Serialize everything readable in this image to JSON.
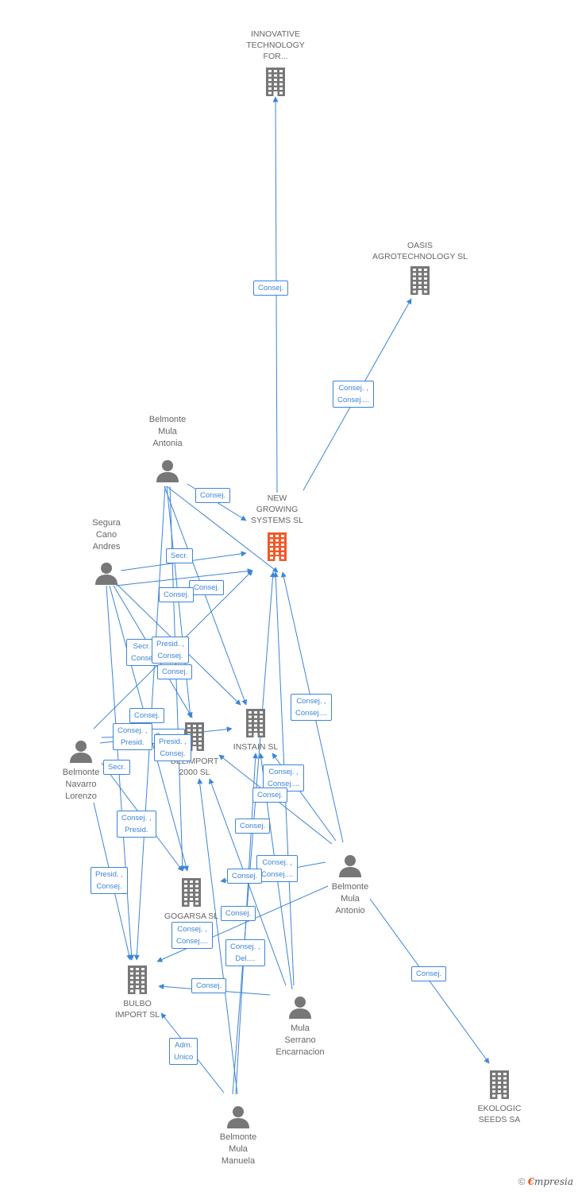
{
  "colors": {
    "edge": "#3d85d6",
    "company": "#777777",
    "focus_company": "#ee5a2a",
    "person": "#777777",
    "label_text": "#666666"
  },
  "nodes": [
    {
      "id": "innovative",
      "kind": "company",
      "label": "INNOVATIVE\nTECHNOLOGY\nFOR...",
      "icon": "building-icon"
    },
    {
      "id": "oasis",
      "kind": "company",
      "label": "OASIS\nAGROTECHNOLOGY SL",
      "icon": "building-icon"
    },
    {
      "id": "newgrowing",
      "kind": "company",
      "focus": true,
      "label": "NEW\nGROWING\nSYSTEMS SL",
      "icon": "building-icon"
    },
    {
      "id": "instain",
      "kind": "company",
      "label": "INSTAIN SL",
      "icon": "building-icon"
    },
    {
      "id": "belimport",
      "kind": "company",
      "label": "BELIMPORT\n2000 SL",
      "icon": "building-icon"
    },
    {
      "id": "gogarsa",
      "kind": "company",
      "label": "GOGARSA SL",
      "icon": "building-icon"
    },
    {
      "id": "bulbo",
      "kind": "company",
      "label": "BULBO\nIMPORT SL",
      "icon": "building-icon"
    },
    {
      "id": "ekologic",
      "kind": "company",
      "label": "EKOLOGIC\nSEEDS SA",
      "icon": "building-icon"
    },
    {
      "id": "antonia",
      "kind": "person",
      "label": "Belmonte\nMula\nAntonia",
      "icon": "person-icon"
    },
    {
      "id": "segura",
      "kind": "person",
      "label": "Segura\nCano\nAndres",
      "icon": "person-icon"
    },
    {
      "id": "lorenzo",
      "kind": "person",
      "label": "Belmonte\nNavarro\nLorenzo",
      "icon": "person-icon"
    },
    {
      "id": "antonio",
      "kind": "person",
      "label": "Belmonte\nMula\nAntonio",
      "icon": "person-icon"
    },
    {
      "id": "encarnacion",
      "kind": "person",
      "label": "Mula\nSerrano\nEncarnacion",
      "icon": "person-icon"
    },
    {
      "id": "manuela",
      "kind": "person",
      "label": "Belmonte\nMula\nManuela",
      "icon": "person-icon"
    }
  ],
  "edge_labels": [
    "Consej.",
    "Consej. ,\nConsej....",
    "Consej.",
    "Secr.",
    "Consej.",
    "Consej.",
    "Secr. ,\nConsej.",
    "Presid. ,\nConsej.",
    "Consej.",
    "Consej.",
    "Consej.",
    "Presid. ,\nConsej.",
    "Consej. ,\nPresid.",
    "Secr.",
    "Consej. ,\nPresid.",
    "Presid. ,\nConsej.",
    "Consej. ,\nConsej....",
    "Consej.",
    "Consej.",
    "Consej. ,\nConsej....",
    "Consej. ,\nConsej....",
    "Consej.",
    "Consej.",
    "Consej. ,\nConsej....",
    "Consej. ,\nDel....",
    "Consej.",
    "Adm.\nUnico",
    "Consej."
  ],
  "brand": {
    "copyright": "©",
    "initial": "€",
    "rest": "mpresia"
  }
}
